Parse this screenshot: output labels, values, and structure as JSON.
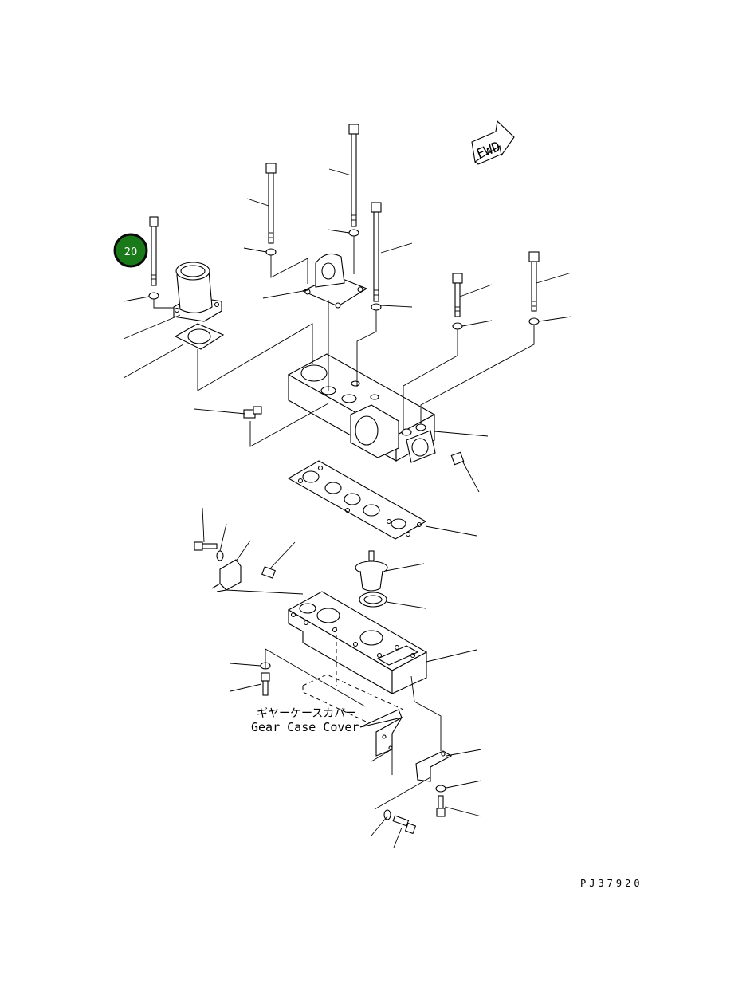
{
  "callout": {
    "number": "20",
    "color": "#1a7a1a",
    "ring": "#0a0a0a"
  },
  "fwd_label": "FWD",
  "note_jp": "ギヤーケースカバー",
  "note_en": "Gear Case Cover",
  "drawing_id": "PJ37920"
}
